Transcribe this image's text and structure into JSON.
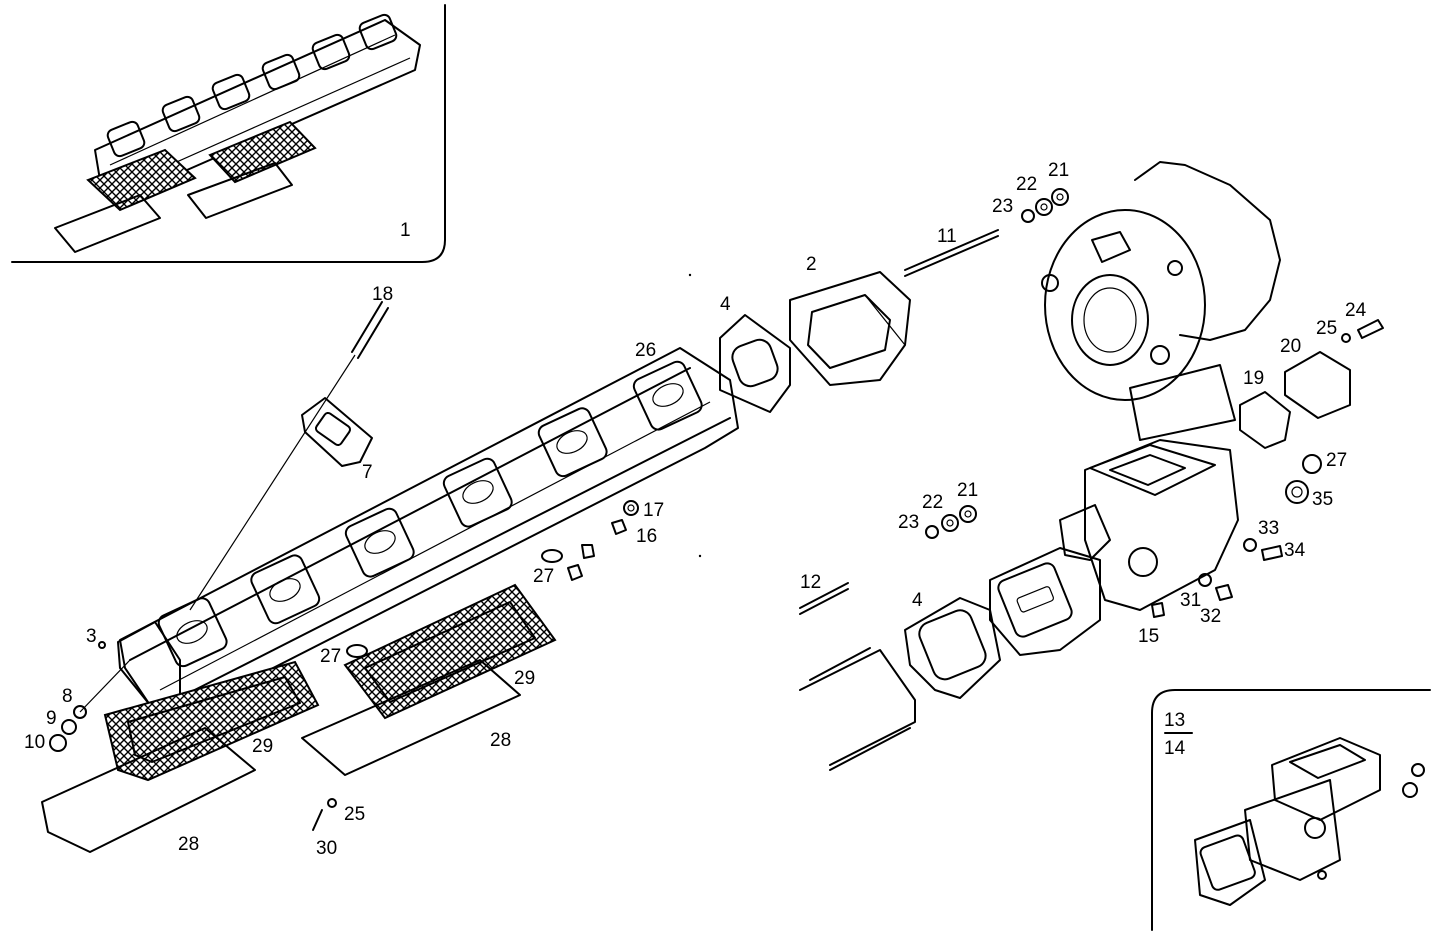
{
  "callouts": {
    "c1": "1",
    "c2": "2",
    "c3": "3",
    "c4a": "4",
    "c4b": "4",
    "c7": "7",
    "c8": "8",
    "c9": "9",
    "c10": "10",
    "c11": "11",
    "c12": "12",
    "c13": "13",
    "c14": "14",
    "c15": "15",
    "c16": "16",
    "c17": "17",
    "c18": "18",
    "c19": "19",
    "c20": "20",
    "c21a": "21",
    "c22a": "22",
    "c23a": "23",
    "c21b": "21",
    "c22b": "22",
    "c23b": "23",
    "c24": "24",
    "c25a": "25",
    "c25b": "25",
    "c26": "26",
    "c27a": "27",
    "c27b": "27",
    "c27c": "27",
    "c28a": "28",
    "c28b": "28",
    "c29a": "29",
    "c29b": "29",
    "c30": "30",
    "c31": "31",
    "c32": "32",
    "c33": "33",
    "c34": "34",
    "c35": "35"
  }
}
